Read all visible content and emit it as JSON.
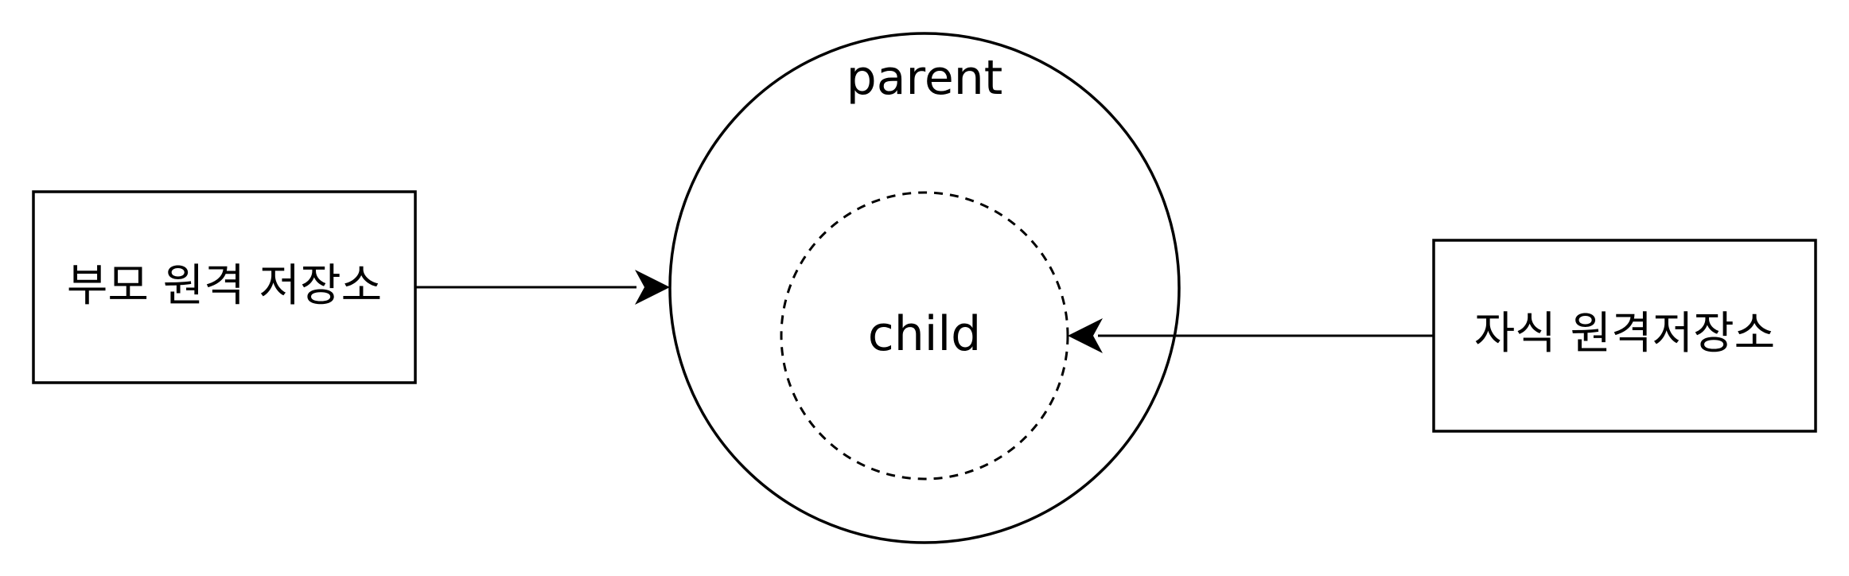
{
  "diagram": {
    "parent_label": "parent",
    "child_label": "child",
    "parent_repo_label": "부모 원격 저장소",
    "child_repo_label": "자식 원격저장소"
  },
  "colors": {
    "stroke": "#000000",
    "background": "#ffffff"
  }
}
